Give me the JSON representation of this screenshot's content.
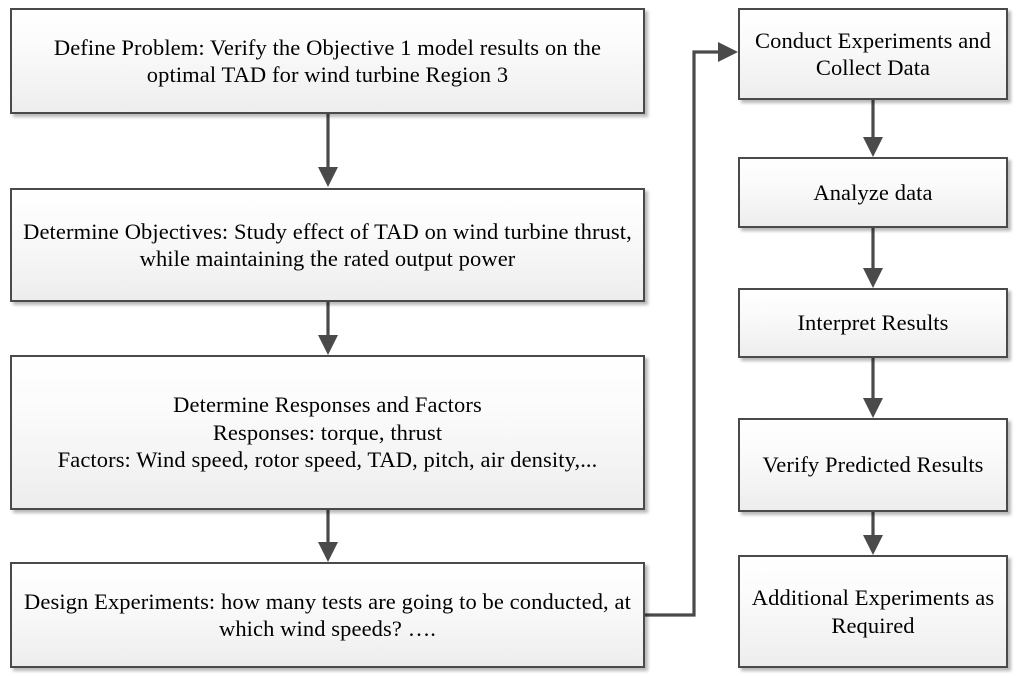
{
  "diagram": {
    "title": "Design of Experiments methodology flowchart",
    "colors": {
      "box_border": "#4a4a4a",
      "box_fill_top": "#ffffff",
      "box_fill_bottom": "#ededed",
      "arrow": "#4a4a4a",
      "text": "#000000",
      "background": "#ffffff"
    },
    "left_column": [
      {
        "id": "define-problem",
        "text": "Define Problem: Verify the Objective 1 model results on the optimal TAD for wind turbine Region 3"
      },
      {
        "id": "determine-objectives",
        "text": "Determine Objectives: Study effect of TAD on wind turbine thrust, while maintaining the rated output power"
      },
      {
        "id": "determine-responses-and-factors",
        "text": "Determine Responses and Factors\nResponses: torque, thrust\nFactors: Wind speed, rotor speed, TAD, pitch, air density,..."
      },
      {
        "id": "design-experiments",
        "text": "Design Experiments: how many tests are going to be conducted, at which wind speeds? …."
      }
    ],
    "right_column": [
      {
        "id": "conduct-experiments",
        "text": "Conduct Experiments and Collect Data"
      },
      {
        "id": "analyze-data",
        "text": "Analyze data"
      },
      {
        "id": "interpret-results",
        "text": "Interpret Results"
      },
      {
        "id": "verify-predicted-results",
        "text": "Verify Predicted Results"
      },
      {
        "id": "additional-experiments",
        "text": "Additional Experiments as Required"
      }
    ],
    "edges": [
      {
        "id": "edge-define-to-objectives",
        "from": "define-problem",
        "to": "determine-objectives",
        "style": "straight-down-arrow"
      },
      {
        "id": "edge-objectives-to-responses",
        "from": "determine-objectives",
        "to": "determine-responses-and-factors",
        "style": "straight-down-arrow"
      },
      {
        "id": "edge-responses-to-design",
        "from": "determine-responses-and-factors",
        "to": "design-experiments",
        "style": "straight-down-arrow"
      },
      {
        "id": "edge-design-to-conduct",
        "from": "design-experiments",
        "to": "conduct-experiments",
        "style": "elbow-right-up-arrow"
      },
      {
        "id": "edge-conduct-to-analyze",
        "from": "conduct-experiments",
        "to": "analyze-data",
        "style": "straight-down-arrow"
      },
      {
        "id": "edge-analyze-to-interpret",
        "from": "analyze-data",
        "to": "interpret-results",
        "style": "straight-down-arrow"
      },
      {
        "id": "edge-interpret-to-verify",
        "from": "interpret-results",
        "to": "verify-predicted-results",
        "style": "straight-down-arrow"
      },
      {
        "id": "edge-verify-to-additional",
        "from": "verify-predicted-results",
        "to": "additional-experiments",
        "style": "straight-down-arrow"
      }
    ]
  }
}
